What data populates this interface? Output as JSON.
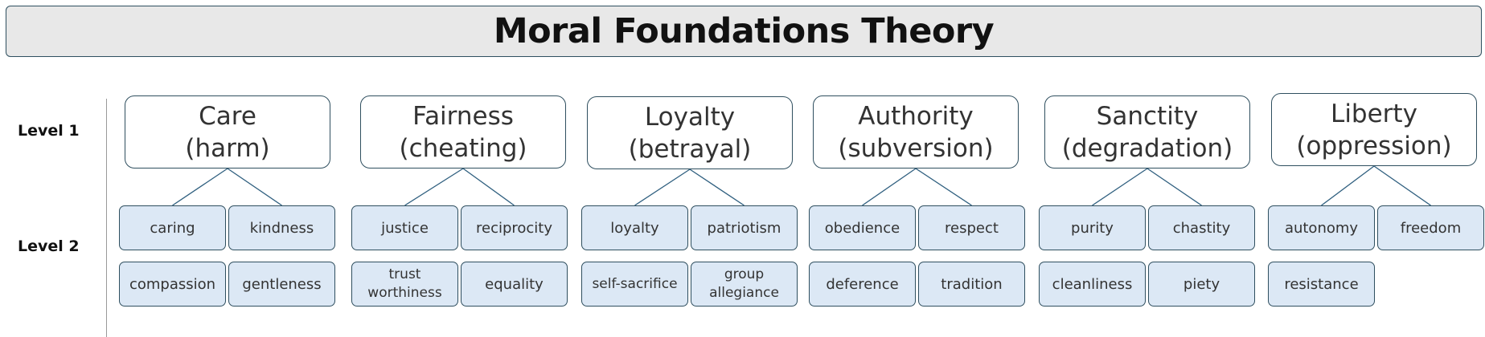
{
  "title": "Moral Foundations Theory",
  "level_labels": {
    "level1": "Level 1",
    "level2": "Level 2"
  },
  "colors": {
    "banner_fill": "#e8e8e8",
    "sub_fill": "#dce8f5",
    "border": "#2f4f5f",
    "connector": "#2f5f7f"
  },
  "foundations": [
    {
      "line1": "Care",
      "line2": "(harm)",
      "children": [
        [
          "caring",
          "kindness"
        ],
        [
          "compassion",
          "gentleness"
        ]
      ]
    },
    {
      "line1": "Fairness",
      "line2": "(cheating)",
      "children": [
        [
          "justice",
          "reciprocity"
        ],
        [
          "trust worthiness",
          "equality"
        ]
      ]
    },
    {
      "line1": "Loyalty",
      "line2": "(betrayal)",
      "children": [
        [
          "loyalty",
          "patriotism"
        ],
        [
          "self-sacrifice",
          "group allegiance"
        ]
      ]
    },
    {
      "line1": "Authority",
      "line2": "(subversion)",
      "children": [
        [
          "obedience",
          "respect"
        ],
        [
          "deference",
          "tradition"
        ]
      ]
    },
    {
      "line1": "Sanctity",
      "line2": "(degradation)",
      "children": [
        [
          "purity",
          "chastity"
        ],
        [
          "cleanliness",
          "piety"
        ]
      ]
    },
    {
      "line1": "Liberty",
      "line2": "(oppression)",
      "children": [
        [
          "autonomy",
          "freedom"
        ],
        [
          "resistance"
        ]
      ]
    }
  ]
}
